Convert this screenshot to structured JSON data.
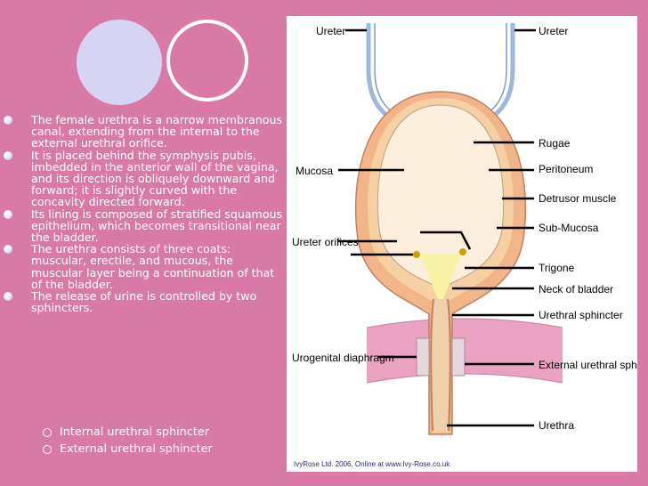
{
  "slide": {
    "bullets": [
      "The female urethra is a narrow membranous canal, extending from the internal to the external urethral orifice.",
      "It is placed behind the symphysis pubis, imbedded in the anterior wall of the vagina, and its direction is obliquely downward and forward; it is slightly curved with the concavity directed forward.",
      "Its lining is composed of stratified squamous epithelium, which becomes transitional near the bladder.",
      "The urethra consists of three coats: muscular, erectile, and mucous, the muscular layer being a continuation of that of the bladder.",
      "The release of urine is controlled by two sphincters."
    ],
    "sub_bullets": [
      " Internal urethral sphincter",
      "External urethral sphincter"
    ]
  },
  "diagram": {
    "labels": {
      "ureter_left": "Ureter",
      "ureter_right": "Ureter",
      "rugae": "Rugae",
      "peritoneum": "Peritoneum",
      "mucosa": "Mucosa",
      "detrusor": "Detrusor muscle",
      "submucosa": "Sub-Mucosa",
      "ureter_orifices": "Ureter orifices",
      "trigone": "Trigone",
      "neck": "Neck of bladder",
      "urethral_sphincter": "Urethral sphincter",
      "urogenital": "Urogenital diaphragm",
      "external_sphincter": "External urethral sphincter",
      "urethra": "Urethra"
    },
    "credit": "IvyRose Ltd. 2006, Online at www.Ivy-Rose.co.uk",
    "colors": {
      "background": "#d97aa6",
      "bladder_outer": "#f2b58a",
      "bladder_mucosa": "#fbefdc",
      "trigone": "#f7f2a6",
      "ureter": "#9db8dd",
      "diaphragm": "#e9a2c0"
    }
  }
}
